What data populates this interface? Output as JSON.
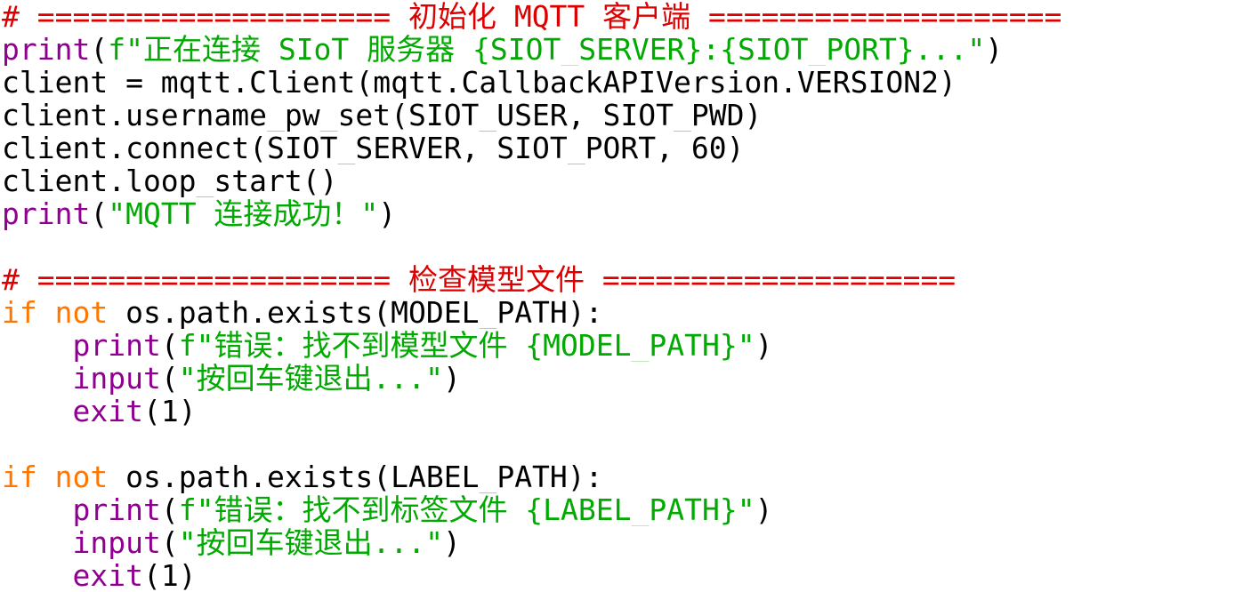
{
  "colors": {
    "background": "#ffffff",
    "comment": "#dd0000",
    "builtin": "#900090",
    "keyword": "#ff7700",
    "string": "#00aa00",
    "plain": "#000000"
  },
  "code": {
    "lines": [
      [
        {
          "t": "comment",
          "s": "# ==================== 初始化 MQTT 客户端 ===================="
        }
      ],
      [
        {
          "t": "builtin",
          "s": "print"
        },
        {
          "t": "plain",
          "s": "("
        },
        {
          "t": "string",
          "s": "f\"正在连接 SIoT 服务器 {SIOT_SERVER}:{SIOT_PORT}...\""
        },
        {
          "t": "plain",
          "s": ")"
        }
      ],
      [
        {
          "t": "plain",
          "s": "client = mqtt.Client(mqtt.CallbackAPIVersion.VERSION2)"
        }
      ],
      [
        {
          "t": "plain",
          "s": "client.username_pw_set(SIOT_USER, SIOT_PWD)"
        }
      ],
      [
        {
          "t": "plain",
          "s": "client.connect(SIOT_SERVER, SIOT_PORT, 60)"
        }
      ],
      [
        {
          "t": "plain",
          "s": "client.loop_start()"
        }
      ],
      [
        {
          "t": "builtin",
          "s": "print"
        },
        {
          "t": "plain",
          "s": "("
        },
        {
          "t": "string",
          "s": "\"MQTT 连接成功！\""
        },
        {
          "t": "plain",
          "s": ")"
        }
      ],
      [],
      [
        {
          "t": "comment",
          "s": "# ==================== 检查模型文件 ===================="
        }
      ],
      [
        {
          "t": "keyword",
          "s": "if"
        },
        {
          "t": "plain",
          "s": " "
        },
        {
          "t": "keyword",
          "s": "not"
        },
        {
          "t": "plain",
          "s": " os.path.exists(MODEL_PATH):"
        }
      ],
      [
        {
          "t": "plain",
          "s": "    "
        },
        {
          "t": "builtin",
          "s": "print"
        },
        {
          "t": "plain",
          "s": "("
        },
        {
          "t": "string",
          "s": "f\"错误：找不到模型文件 {MODEL_PATH}\""
        },
        {
          "t": "plain",
          "s": ")"
        }
      ],
      [
        {
          "t": "plain",
          "s": "    "
        },
        {
          "t": "builtin",
          "s": "input"
        },
        {
          "t": "plain",
          "s": "("
        },
        {
          "t": "string",
          "s": "\"按回车键退出...\""
        },
        {
          "t": "plain",
          "s": ")"
        }
      ],
      [
        {
          "t": "plain",
          "s": "    "
        },
        {
          "t": "builtin",
          "s": "exit"
        },
        {
          "t": "plain",
          "s": "(1)"
        }
      ],
      [],
      [
        {
          "t": "keyword",
          "s": "if"
        },
        {
          "t": "plain",
          "s": " "
        },
        {
          "t": "keyword",
          "s": "not"
        },
        {
          "t": "plain",
          "s": " os.path.exists(LABEL_PATH):"
        }
      ],
      [
        {
          "t": "plain",
          "s": "    "
        },
        {
          "t": "builtin",
          "s": "print"
        },
        {
          "t": "plain",
          "s": "("
        },
        {
          "t": "string",
          "s": "f\"错误：找不到标签文件 {LABEL_PATH}\""
        },
        {
          "t": "plain",
          "s": ")"
        }
      ],
      [
        {
          "t": "plain",
          "s": "    "
        },
        {
          "t": "builtin",
          "s": "input"
        },
        {
          "t": "plain",
          "s": "("
        },
        {
          "t": "string",
          "s": "\"按回车键退出...\""
        },
        {
          "t": "plain",
          "s": ")"
        }
      ],
      [
        {
          "t": "plain",
          "s": "    "
        },
        {
          "t": "builtin",
          "s": "exit"
        },
        {
          "t": "plain",
          "s": "(1)"
        }
      ]
    ]
  }
}
